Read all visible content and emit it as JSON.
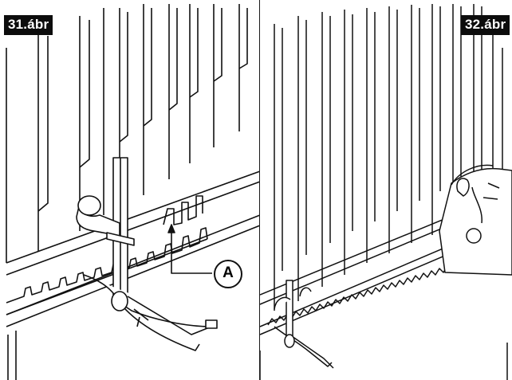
{
  "figures": [
    {
      "label": "31.ábr"
    },
    {
      "label": "32.ábr"
    }
  ],
  "callout": {
    "letter": "A"
  },
  "colors": {
    "ink": "#0c0c0c",
    "background": "#ffffff",
    "label_bg": "#0c0c0c",
    "label_text": "#ffffff"
  },
  "icons": [
    "locking-pliers-icon",
    "gear-rack-icon",
    "gate-motor-icon"
  ]
}
